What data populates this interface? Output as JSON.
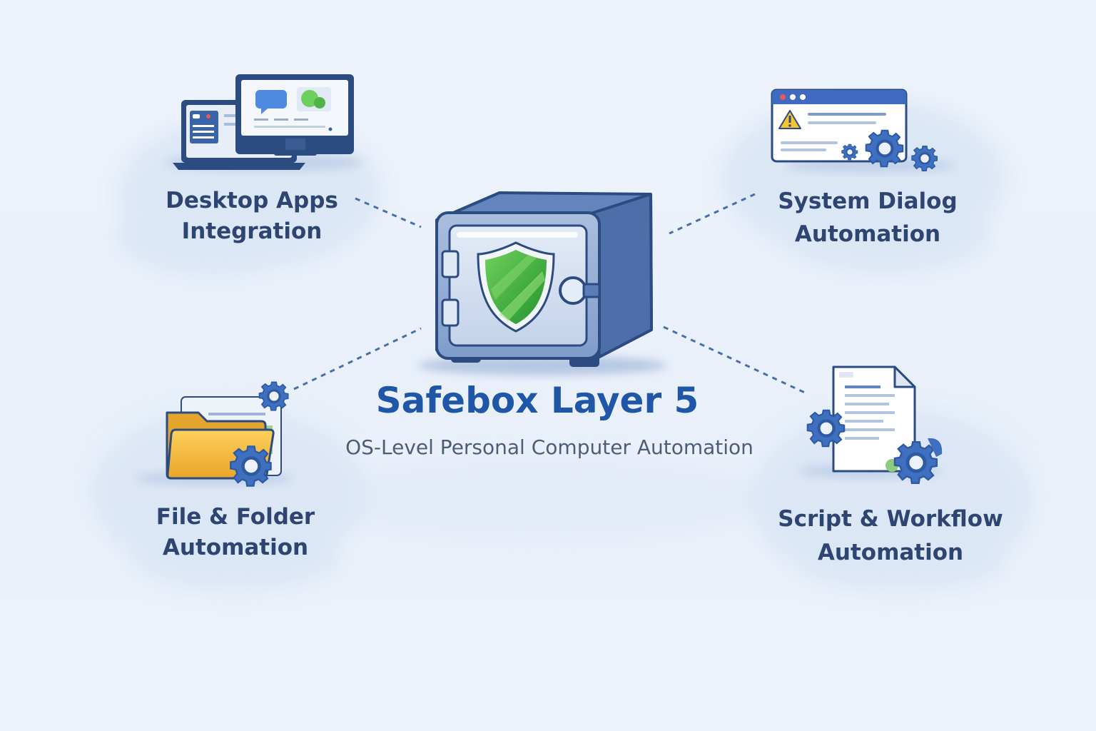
{
  "diagram": {
    "title": "Safebox Layer 5",
    "subtitle": "OS-Level Personal Computer Automation",
    "nodes": [
      {
        "id": "desktop",
        "icon": "desktop-monitor-laptop-icon",
        "lines": [
          "Desktop Apps",
          "Integration"
        ]
      },
      {
        "id": "dialog",
        "icon": "warning-dialog-gears-icon",
        "lines": [
          "System Dialog",
          "Automation"
        ]
      },
      {
        "id": "files",
        "icon": "folder-gear-icon",
        "lines": [
          "File & Folder",
          "Automation"
        ]
      },
      {
        "id": "script",
        "icon": "document-gears-icon",
        "lines": [
          "Script & Workflow",
          "Automation"
        ]
      }
    ],
    "center_icon": "safe-shield-icon"
  },
  "colors": {
    "accent": "#1f57a6",
    "label": "#2d4570",
    "connector": "#4a6fa8",
    "shield": "#3aa537",
    "safe": "#5a7db8",
    "folder": "#f2b634"
  }
}
